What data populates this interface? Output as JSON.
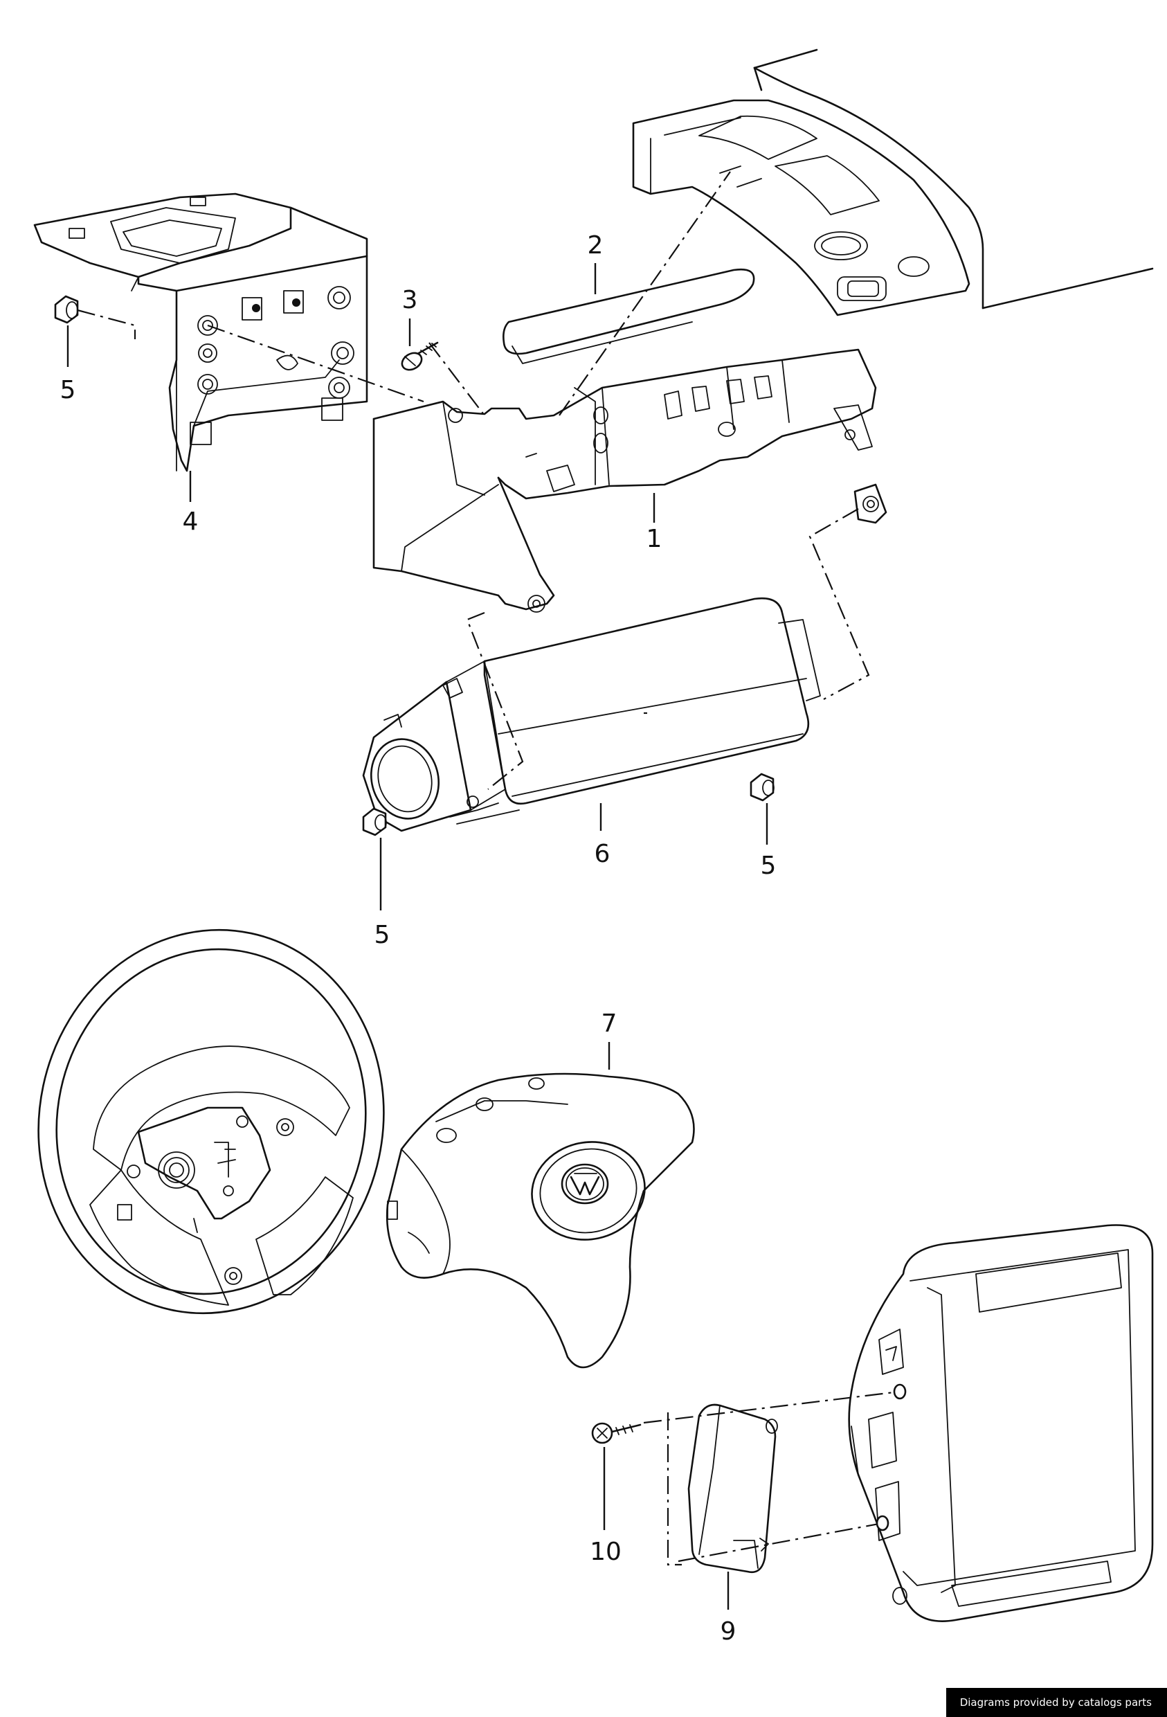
{
  "callouts": [
    {
      "id": "c1",
      "label": "1"
    },
    {
      "id": "c2",
      "label": "2"
    },
    {
      "id": "c3",
      "label": "3"
    },
    {
      "id": "c4",
      "label": "4"
    },
    {
      "id": "c5a",
      "label": "5"
    },
    {
      "id": "c5b",
      "label": "5"
    },
    {
      "id": "c5c",
      "label": "5"
    },
    {
      "id": "c6",
      "label": "6"
    },
    {
      "id": "c7",
      "label": "7"
    },
    {
      "id": "c9",
      "label": "9"
    },
    {
      "id": "c10",
      "label": "10"
    }
  ],
  "credit": "Diagrams provided by catalogs parts"
}
